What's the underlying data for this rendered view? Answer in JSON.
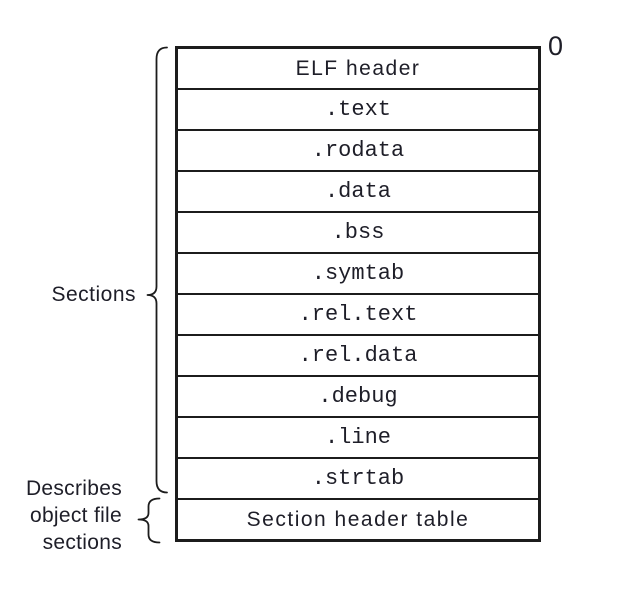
{
  "figure": {
    "offset_label": "0",
    "rows": [
      "ELF header",
      ".text",
      ".rodata",
      ".data",
      ".bss",
      ".symtab",
      ".rel.text",
      ".rel.data",
      ".debug",
      ".line",
      ".strtab",
      "Section header table"
    ],
    "labels": {
      "sections": "Sections",
      "describes": [
        "Describes",
        "object file",
        "sections"
      ]
    },
    "colors": {
      "background": "#ffffff",
      "line": "#1c1c1c",
      "text": "#1e1e28"
    }
  }
}
